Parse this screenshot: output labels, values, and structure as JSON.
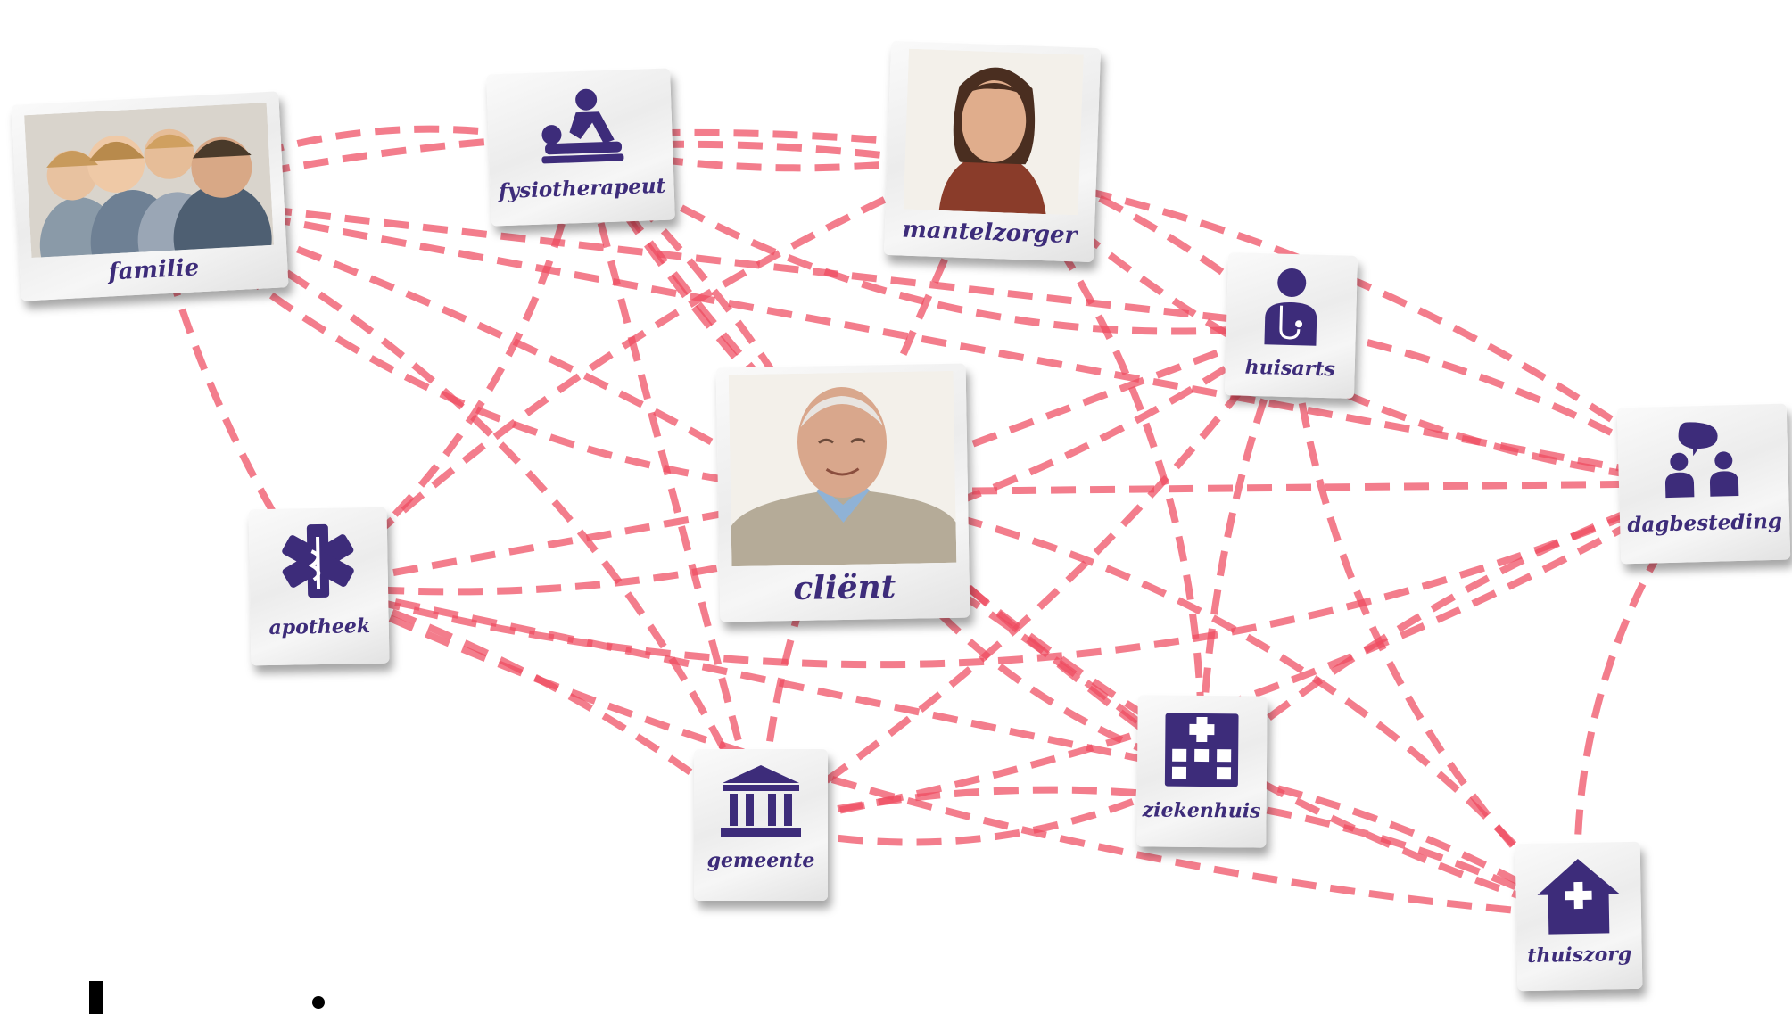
{
  "colors": {
    "line": "#ee4b5f",
    "icon": "#3d2c7a",
    "paper": "#efefef"
  },
  "nodes": {
    "familie": {
      "label": "familie",
      "icon": "family-photo"
    },
    "fysiotherapeut": {
      "label": "fysiotherapeut",
      "icon": "massage-icon"
    },
    "mantelzorger": {
      "label": "mantelzorger",
      "icon": "woman-photo"
    },
    "huisarts": {
      "label": "huisarts",
      "icon": "doctor-icon"
    },
    "dagbesteding": {
      "label": "dagbesteding",
      "icon": "people-chat-icon"
    },
    "client": {
      "label": "cliënt",
      "icon": "elderly-man-photo"
    },
    "apotheek": {
      "label": "apotheek",
      "icon": "pharmacy-icon"
    },
    "gemeente": {
      "label": "gemeente",
      "icon": "town-hall-icon"
    },
    "ziekenhuis": {
      "label": "ziekenhuis",
      "icon": "hospital-icon"
    },
    "thuiszorg": {
      "label": "thuiszorg",
      "icon": "home-care-icon"
    }
  },
  "connections": [
    [
      "familie",
      "fysiotherapeut"
    ],
    [
      "familie",
      "mantelzorger"
    ],
    [
      "familie",
      "huisarts"
    ],
    [
      "familie",
      "apotheek"
    ],
    [
      "familie",
      "client"
    ],
    [
      "familie",
      "gemeente"
    ],
    [
      "familie",
      "ziekenhuis"
    ],
    [
      "familie",
      "dagbesteding"
    ],
    [
      "fysiotherapeut",
      "mantelzorger"
    ],
    [
      "fysiotherapeut",
      "huisarts"
    ],
    [
      "fysiotherapeut",
      "apotheek"
    ],
    [
      "fysiotherapeut",
      "client"
    ],
    [
      "fysiotherapeut",
      "gemeente"
    ],
    [
      "fysiotherapeut",
      "ziekenhuis"
    ],
    [
      "fysiotherapeut",
      "thuiszorg"
    ],
    [
      "fysiotherapeut",
      "dagbesteding"
    ],
    [
      "mantelzorger",
      "huisarts"
    ],
    [
      "mantelzorger",
      "client"
    ],
    [
      "mantelzorger",
      "apotheek"
    ],
    [
      "mantelzorger",
      "dagbesteding"
    ],
    [
      "mantelzorger",
      "ziekenhuis"
    ],
    [
      "huisarts",
      "dagbesteding"
    ],
    [
      "huisarts",
      "client"
    ],
    [
      "huisarts",
      "ziekenhuis"
    ],
    [
      "huisarts",
      "thuiszorg"
    ],
    [
      "huisarts",
      "apotheek"
    ],
    [
      "huisarts",
      "gemeente"
    ],
    [
      "dagbesteding",
      "client"
    ],
    [
      "dagbesteding",
      "ziekenhuis"
    ],
    [
      "dagbesteding",
      "thuiszorg"
    ],
    [
      "dagbesteding",
      "apotheek"
    ],
    [
      "dagbesteding",
      "gemeente"
    ],
    [
      "client",
      "apotheek"
    ],
    [
      "client",
      "gemeente"
    ],
    [
      "client",
      "ziekenhuis"
    ],
    [
      "client",
      "thuiszorg"
    ],
    [
      "apotheek",
      "gemeente"
    ],
    [
      "apotheek",
      "ziekenhuis"
    ],
    [
      "apotheek",
      "thuiszorg"
    ],
    [
      "gemeente",
      "ziekenhuis"
    ],
    [
      "gemeente",
      "thuiszorg"
    ],
    [
      "ziekenhuis",
      "thuiszorg"
    ]
  ]
}
